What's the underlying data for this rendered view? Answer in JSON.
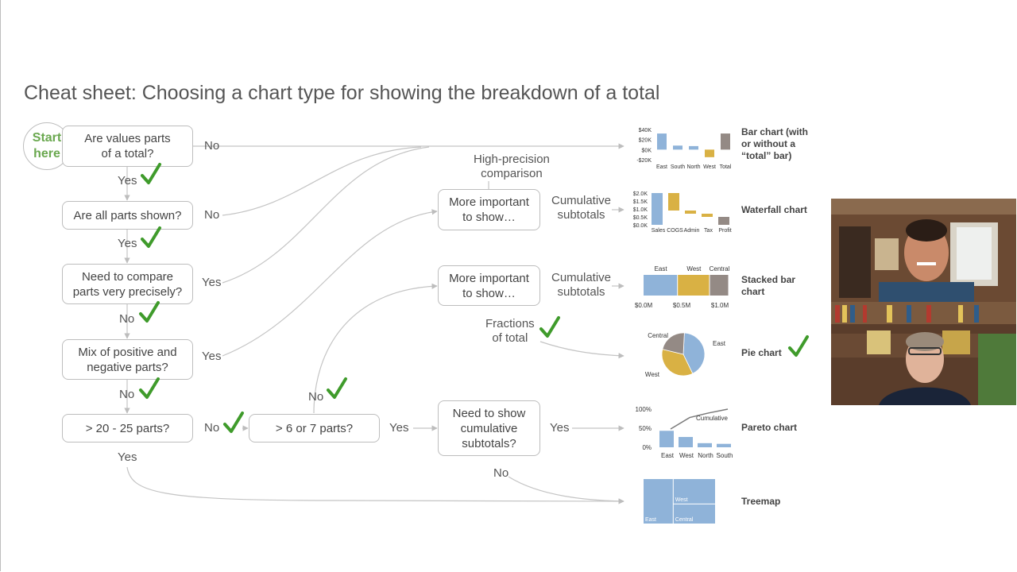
{
  "title": "Cheat sheet: Choosing a chart type for showing the breakdown of a total",
  "start_label": "Start\nhere",
  "questions": {
    "q1": "Are values parts\nof a total?",
    "q2": "Are all parts shown?",
    "q3": "Need to compare\nparts very precisely?",
    "q4": "Mix of positive and\nnegative parts?",
    "q5": "> 20 - 25 parts?",
    "q6": "> 6 or 7 parts?",
    "q7": "More important\nto show…",
    "q8": "More important\nto show…",
    "q9": "Need to show\ncumulative\nsubtotals?"
  },
  "answers": {
    "q1_no": "No",
    "q1_yes": "Yes",
    "q2_no": "No",
    "q2_yes": "Yes",
    "q3_yes": "Yes",
    "q3_no": "No",
    "q4_yes": "Yes",
    "q4_no": "No",
    "q5_no": "No",
    "q5_yes": "Yes",
    "q6_yes": "Yes",
    "q6_no": "No",
    "high_precision": "High-precision\ncomparison",
    "q7_cumulative": "Cumulative\nsubtotals",
    "q8_cumulative": "Cumulative\nsubtotals",
    "fractions": "Fractions\nof total",
    "q9_yes": "Yes",
    "q9_no": "No"
  },
  "chart_names": {
    "bar": "Bar chart (with\nor without a\n“total” bar)",
    "waterfall": "Waterfall chart",
    "stacked": "Stacked bar\nchart",
    "pie": "Pie chart",
    "pareto": "Pareto chart",
    "treemap": "Treemap"
  },
  "colors": {
    "check": "#3f9b2b",
    "start_text": "#6aa84f",
    "bar_blue": "#8fb3d9",
    "bar_gold": "#d9b144",
    "bar_gray": "#948a85",
    "connector": "#bdbdbd"
  },
  "chart_data": [
    {
      "type": "bar",
      "name_key": "bar",
      "categories": [
        "East",
        "South",
        "North",
        "West",
        "Total"
      ],
      "values": [
        32,
        8,
        7,
        -15,
        32
      ],
      "y_ticks": [
        "$40K",
        "$20K",
        "$0K",
        "-$20K"
      ],
      "ylim": [
        -20,
        40
      ]
    },
    {
      "type": "bar",
      "name_key": "waterfall",
      "categories": [
        "Sales",
        "COGS",
        "Admin",
        "Tax",
        "Profit"
      ],
      "values": [
        2.0,
        -1.1,
        -0.2,
        -0.2,
        0.5
      ],
      "y_ticks": [
        "$2.0K",
        "$1.5K",
        "$1.0K",
        "$0.5K",
        "$0.0K"
      ],
      "ylim": [
        0,
        2.0
      ]
    },
    {
      "type": "bar",
      "name_key": "stacked",
      "categories": [
        "East",
        "West",
        "Central"
      ],
      "values": [
        0.45,
        0.42,
        0.25
      ],
      "x_ticks": [
        "$0.0M",
        "$0.5M",
        "$1.0M"
      ],
      "xlim": [
        0,
        1.0
      ]
    },
    {
      "type": "pie",
      "name_key": "pie",
      "categories": [
        "East",
        "West",
        "Central"
      ],
      "values": [
        0.42,
        0.36,
        0.22
      ]
    },
    {
      "type": "bar",
      "name_key": "pareto",
      "categories": [
        "East",
        "West",
        "North",
        "South"
      ],
      "values": [
        0.48,
        0.3,
        0.12,
        0.1
      ],
      "cumulative_label": "Cumulative",
      "y_ticks": [
        "100%",
        "50%",
        "0%"
      ],
      "ylim": [
        0,
        1
      ]
    },
    {
      "type": "heatmap",
      "name_key": "treemap",
      "categories": [
        "East",
        "West",
        "Central"
      ],
      "values": [
        0.42,
        0.33,
        0.25
      ]
    }
  ]
}
